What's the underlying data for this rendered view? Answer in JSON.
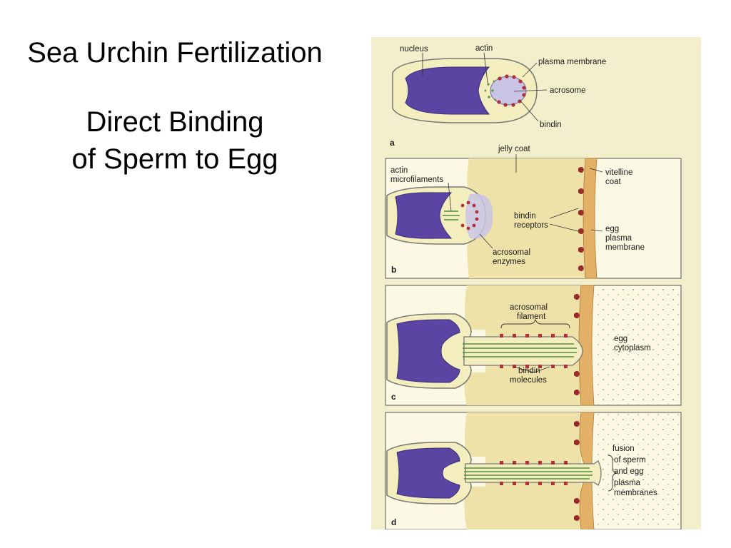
{
  "slide": {
    "title": "Sea Urchin Fertilization",
    "subtitle_line1": "Direct Binding",
    "subtitle_line2": "of Sperm to Egg"
  },
  "colors": {
    "background": "#ffffff",
    "figure_background": "#f3efcc",
    "jelly_coat": "#efe2a8",
    "nucleus": "#5a46a2",
    "acrosome": "#b8b4dc",
    "actin": "#7fa86a",
    "bindin": "#b0303a",
    "egg_membrane": "#e2b067"
  },
  "figure": {
    "panels": {
      "a": {
        "letter": "a",
        "labels": {
          "nucleus": "nucleus",
          "actin": "actin",
          "plasma_membrane": "plasma membrane",
          "acrosome": "acrosome",
          "bindin": "bindin"
        }
      },
      "b": {
        "letter": "b",
        "labels": {
          "jelly_coat": "jelly coat",
          "actin_line1": "actin",
          "actin_line2": "microfilaments",
          "vitelline_line1": "vitelline",
          "vitelline_line2": "coat",
          "bindin_receptors_line1": "bindin",
          "bindin_receptors_line2": "receptors",
          "egg_membrane_line1": "egg",
          "egg_membrane_line2": "plasma",
          "egg_membrane_line3": "membrane",
          "enzymes_line1": "acrosomal",
          "enzymes_line2": "enzymes"
        }
      },
      "c": {
        "letter": "c",
        "labels": {
          "filament_line1": "acrosomal",
          "filament_line2": "filament",
          "cytoplasm_line1": "egg",
          "cytoplasm_line2": "cytoplasm",
          "bindin_line1": "bindin",
          "bindin_line2": "molecules"
        }
      },
      "d": {
        "letter": "d",
        "labels": {
          "fusion_line1": "fusion",
          "fusion_line2": "of sperm",
          "fusion_line3": "and egg",
          "fusion_line4": "plasma",
          "fusion_line5": "membranes"
        }
      }
    }
  }
}
